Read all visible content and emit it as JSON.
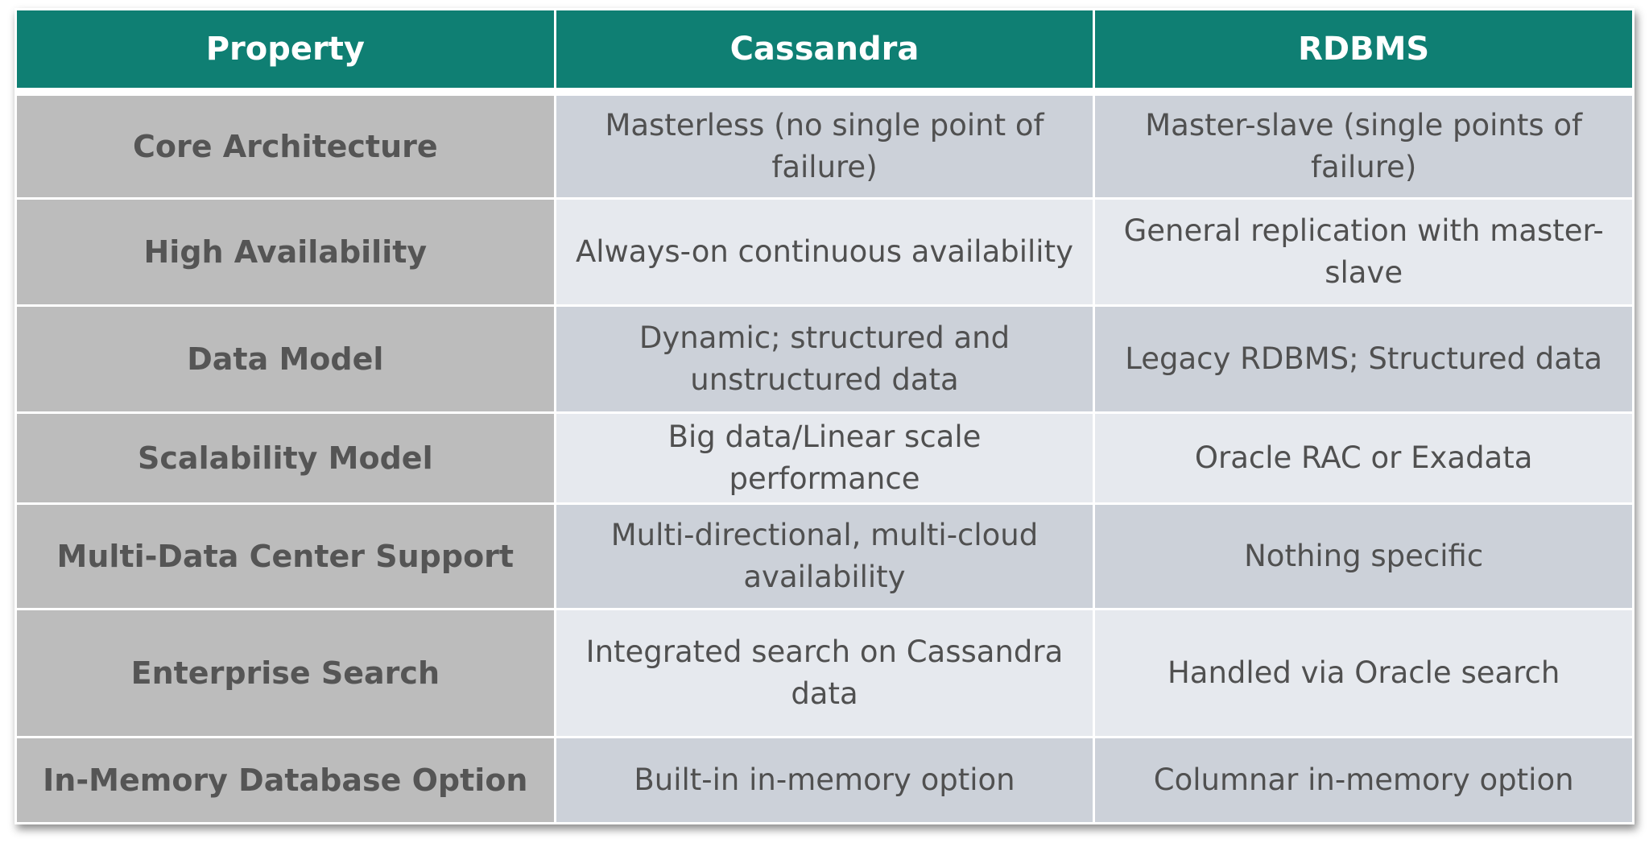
{
  "table": {
    "headers": [
      "Property",
      "Cassandra",
      "RDBMS"
    ],
    "rows": [
      {
        "property": "Core Architecture",
        "cassandra": "Masterless (no single point of failure)",
        "rdbms": "Master-slave (single points of failure)"
      },
      {
        "property": "High Availability",
        "cassandra": "Always-on continuous availability",
        "rdbms": "General replication with master-slave"
      },
      {
        "property": "Data Model",
        "cassandra": "Dynamic; structured and unstructured data",
        "rdbms": "Legacy RDBMS; Structured data"
      },
      {
        "property": "Scalability Model",
        "cassandra": "Big data/Linear scale performance",
        "rdbms": "Oracle RAC or Exadata"
      },
      {
        "property": "Multi-Data Center Support",
        "cassandra": "Multi-directional, multi-cloud availability",
        "rdbms": "Nothing specific"
      },
      {
        "property": "Enterprise Search",
        "cassandra": "Integrated search on Cassandra data",
        "rdbms": "Handled via Oracle search"
      },
      {
        "property": "In-Memory Database Option",
        "cassandra": "Built-in in-memory option",
        "rdbms": "Columnar in-memory option"
      }
    ]
  },
  "colors": {
    "header_bg": "#0f7f73",
    "property_bg": "#bcbcbc",
    "row_dark": "#ccd1d9",
    "row_light": "#e6e9ee"
  }
}
